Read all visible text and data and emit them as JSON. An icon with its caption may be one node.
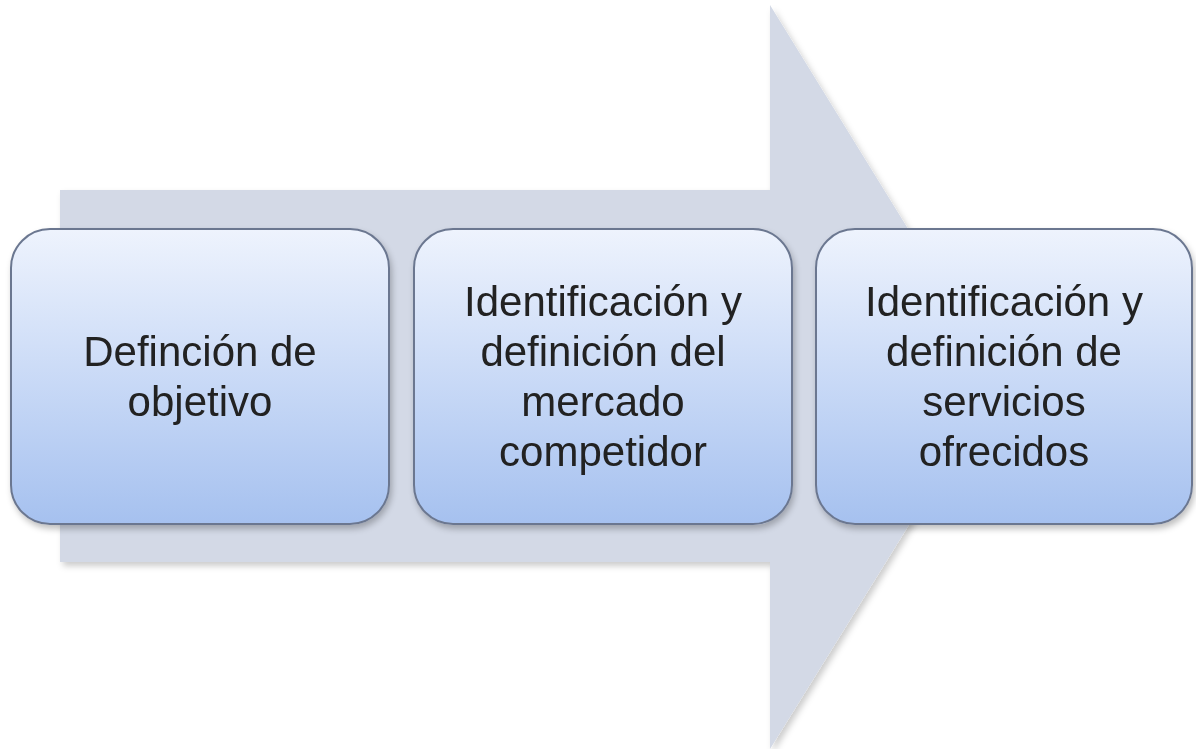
{
  "diagram": {
    "nodes": [
      {
        "text": [
          "Definción de objetivo"
        ]
      },
      {
        "text": [
          "Identificación y definición del mercado competidor"
        ]
      },
      {
        "text": [
          "Identificación y definición de servicios ofrecidos"
        ]
      }
    ],
    "edges": [
      {
        "from": 0,
        "to": 2,
        "arrow": "to"
      }
    ]
  }
}
